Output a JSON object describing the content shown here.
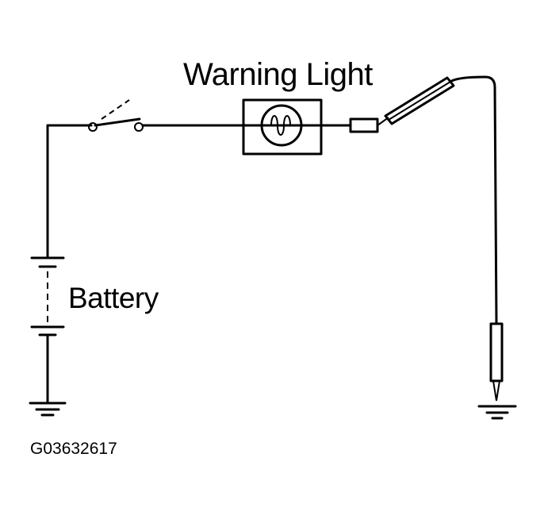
{
  "labels": {
    "warning_light": "Warning Light",
    "battery": "Battery",
    "figure_id": "G03632617"
  },
  "colors": {
    "line": "#000000",
    "background": "#ffffff"
  }
}
